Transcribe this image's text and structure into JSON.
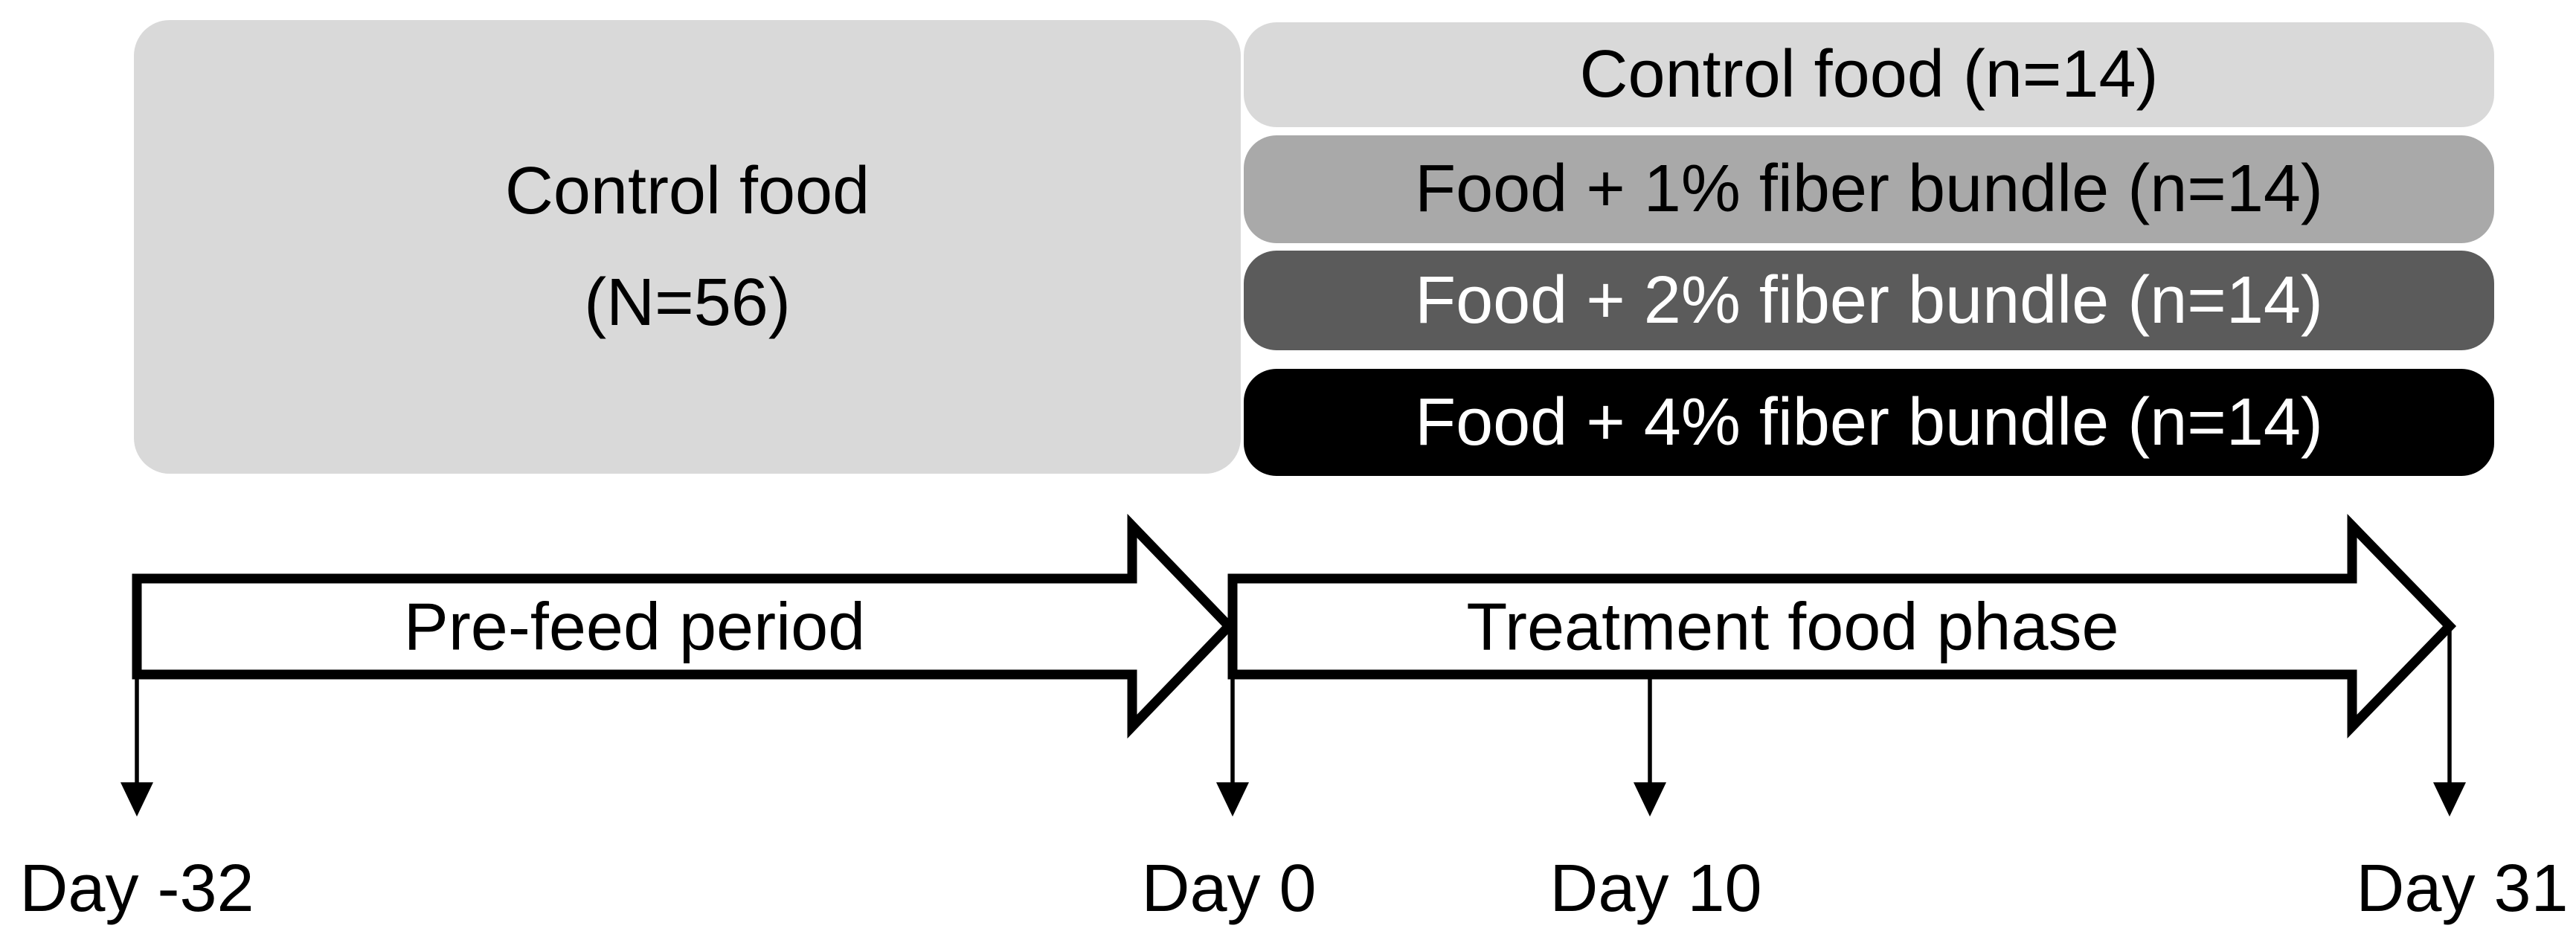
{
  "figure": {
    "background_color": "#ffffff",
    "prefeed_box": {
      "line1": "Control food",
      "line2": "(N=56)",
      "fill": "#d9d9d9",
      "text_color": "#000000"
    },
    "treatment_groups": [
      {
        "label": "Control food (n=14)",
        "fill": "#d9d9d9",
        "text_color": "#000000"
      },
      {
        "label": "Food + 1% fiber bundle (n=14)",
        "fill": "#a9a9a9",
        "text_color": "#000000"
      },
      {
        "label": "Food + 2% fiber bundle (n=14)",
        "fill": "#5b5b5b",
        "text_color": "#ffffff"
      },
      {
        "label": "Food + 4% fiber bundle (n=14)",
        "fill": "#000000",
        "text_color": "#ffffff"
      }
    ],
    "phases": [
      {
        "label": "Pre-feed period",
        "arrow_fill": "#ffffff",
        "arrow_outline": "#000000"
      },
      {
        "label": "Treatment food phase",
        "arrow_fill": "#ffffff",
        "arrow_outline": "#000000"
      }
    ],
    "timeline_markers": [
      {
        "label": "Day -32"
      },
      {
        "label": "Day 0"
      },
      {
        "label": "Day 10"
      },
      {
        "label": "Day 31"
      }
    ]
  }
}
